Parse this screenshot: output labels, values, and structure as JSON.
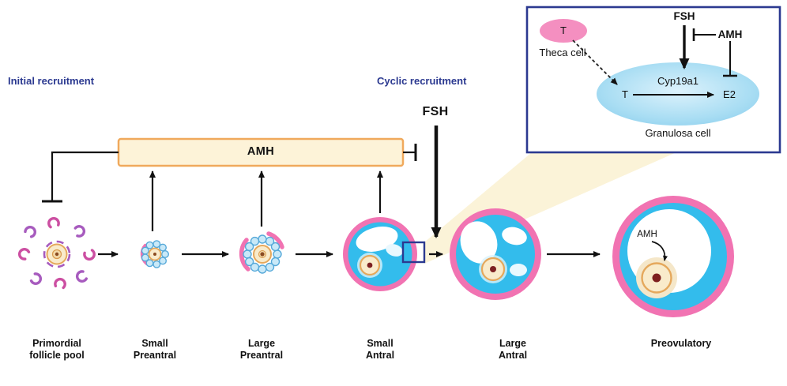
{
  "labels": {
    "initial_recruitment": "Initial recruitment",
    "cyclic_recruitment": "Cyclic recruitment",
    "fsh": "FSH",
    "amh_box": "AMH",
    "amh_preovulatory": "AMH"
  },
  "stages": [
    {
      "line1": "Primordial",
      "line2": "follicle pool"
    },
    {
      "line1": "Small",
      "line2": "Preantral"
    },
    {
      "line1": "Large",
      "line2": "Preantral"
    },
    {
      "line1": "Small",
      "line2": "Antral"
    },
    {
      "line1": "Large",
      "line2": "Antral"
    },
    {
      "line1": "Preovulatory",
      "line2": ""
    }
  ],
  "inset": {
    "theca_t": "T",
    "theca_label": "Theca cell",
    "fsh": "FSH",
    "amh": "AMH",
    "granulosa_t": "T",
    "enzyme": "Cyp19a1",
    "e2": "E2",
    "granulosa_label": "Granulosa cell"
  },
  "colors": {
    "recruitment_text": "#2B3990",
    "amh_box_fill": "#FDF3D8",
    "amh_box_border": "#F0A95C",
    "follicle_ring_pink": "#F173B2",
    "follicle_fluid_cyan": "#33BCEC",
    "oocyte_cream": "#F9EBCB",
    "oocyte_rim_orange": "#E5A85C",
    "nucleolus_maroon": "#7D2022",
    "granulosa_cells_blue": "#C9E9F8",
    "crescent_purple": "#A75BBE",
    "crescent_magenta": "#CC4FA2",
    "inset_border": "#2B3990",
    "theca_cell_pink": "#F48FC0",
    "granulosa_cell_blue": "#A8DDF3",
    "beam_yellow": "#FBF3D8"
  }
}
